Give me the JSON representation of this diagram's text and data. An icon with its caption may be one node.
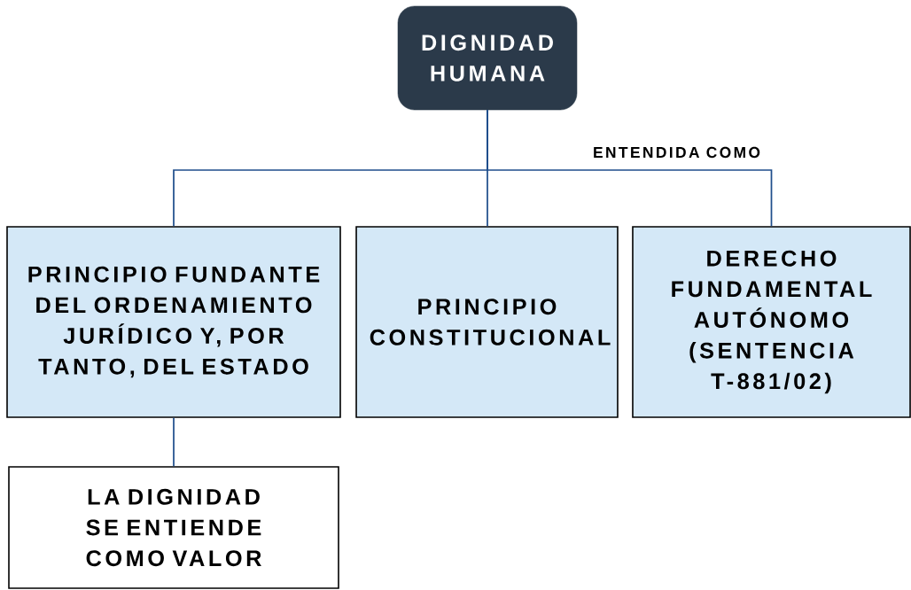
{
  "diagram": {
    "nodes": [
      {
        "text": [
          "DIGNIDAD HUMANA"
        ]
      },
      {
        "text": [
          "PRINCIPIO FUNDANTE DEL ORDENAMIENTO JURÍDICO Y, POR TANTO, DEL ESTADO"
        ]
      },
      {
        "text": [
          "PRINCIPIO CONSTITUCIONAL"
        ]
      },
      {
        "text": [
          "DERECHO FUNDAMENTAL AUTÓNOMO (SENTENCIA T-881/02)"
        ]
      },
      {
        "text": [
          "LA DIGNIDAD SE ENTIENDE COMO VALOR"
        ]
      }
    ],
    "edges": [
      {
        "from": 0,
        "to": 1,
        "arrow": "none"
      },
      {
        "from": 0,
        "to": 2,
        "arrow": "none"
      },
      {
        "from": 0,
        "to": 3,
        "arrow": "none",
        "label": "ENTENDIDA COMO"
      },
      {
        "from": 1,
        "to": 4,
        "arrow": "none"
      }
    ]
  }
}
